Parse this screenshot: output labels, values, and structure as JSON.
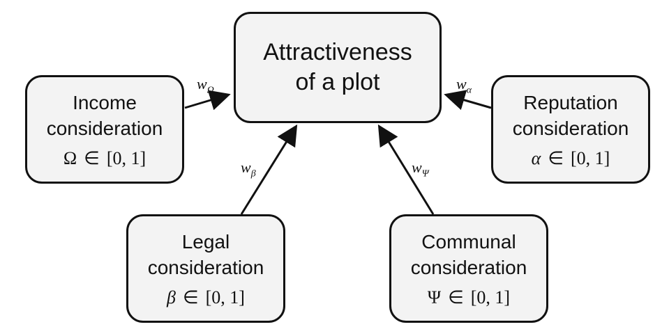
{
  "main_node": {
    "line1": "Attractiveness",
    "line2": "of a plot"
  },
  "factors": {
    "income": {
      "line1": "Income",
      "line2": "consideration",
      "symbol": "Ω",
      "in": "∈",
      "range": "[0, 1]"
    },
    "reputation": {
      "line1": "Reputation",
      "line2": "consideration",
      "symbol": "α",
      "in": "∈",
      "range": "[0, 1]"
    },
    "legal": {
      "line1": "Legal",
      "line2": "consideration",
      "symbol": "β",
      "in": "∈",
      "range": "[0, 1]"
    },
    "communal": {
      "line1": "Communal",
      "line2": "consideration",
      "symbol": "Ψ",
      "in": "∈",
      "range": "[0, 1]"
    }
  },
  "weights": {
    "income": {
      "base": "w",
      "sub": "Ω"
    },
    "reputation": {
      "base": "w",
      "sub": "α"
    },
    "legal": {
      "base": "w",
      "sub": "β"
    },
    "communal": {
      "base": "w",
      "sub": "Ψ"
    }
  },
  "colors": {
    "node_fill": "#f3f3f3",
    "stroke": "#111111"
  }
}
